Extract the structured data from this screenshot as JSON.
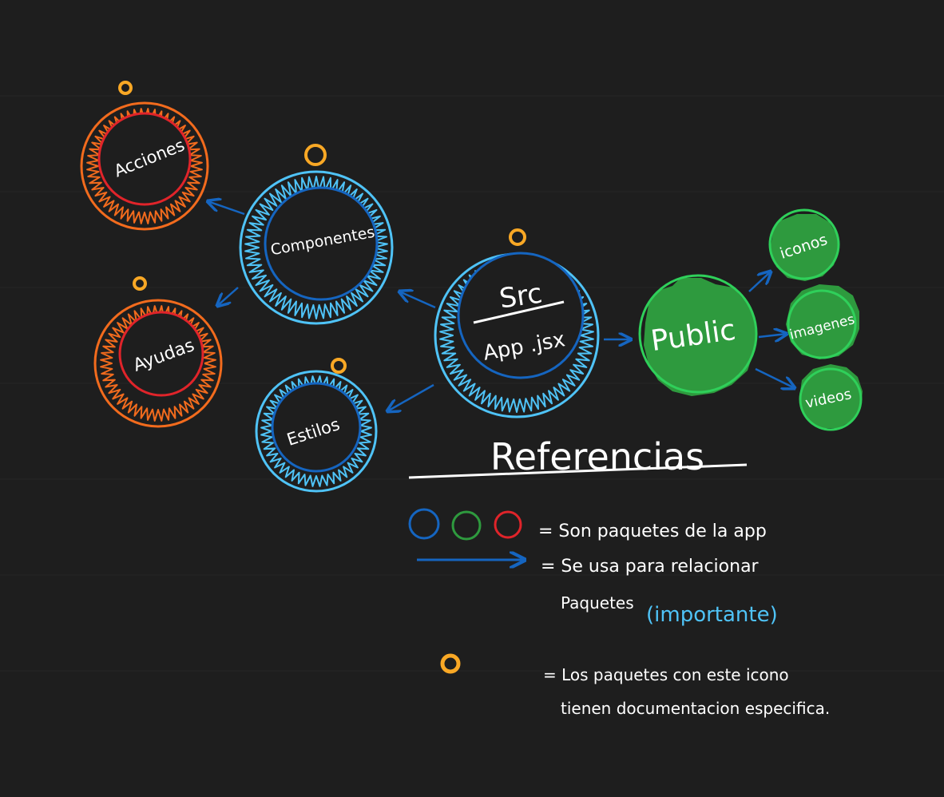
{
  "colors": {
    "background": "#1e1e1e",
    "blue": "#4fc3f7",
    "blue_dark": "#1565c0",
    "orange": "#f26b1d",
    "red": "#e0242a",
    "green": "#2e9a3e",
    "green_ring": "#2fd05a",
    "doc_icon": "#f9a825",
    "arrow": "#1565c0",
    "text": "#ffffff"
  },
  "nodes": {
    "acciones": {
      "label": "Acciones",
      "color": "orange",
      "has_doc_icon": true
    },
    "componentes": {
      "label": "Componentes",
      "color": "blue",
      "has_doc_icon": true
    },
    "ayudas": {
      "label": "Ayudas",
      "color": "orange",
      "has_doc_icon": true
    },
    "estilos": {
      "label": "Estilos",
      "color": "blue",
      "has_doc_icon": true
    },
    "src": {
      "label_top": "Src",
      "label_bottom": "App .jsx",
      "color": "blue",
      "has_doc_icon": true
    },
    "public": {
      "label": "Public",
      "color": "green",
      "has_doc_icon": false
    },
    "iconos": {
      "label": "iconos",
      "color": "green",
      "has_doc_icon": false
    },
    "imagenes": {
      "label": "imagenes",
      "color": "green",
      "has_doc_icon": false
    },
    "videos": {
      "label": "videos",
      "color": "green",
      "has_doc_icon": false
    }
  },
  "edges": [
    {
      "from": "src",
      "to": "componentes"
    },
    {
      "from": "src",
      "to": "estilos"
    },
    {
      "from": "src",
      "to": "public"
    },
    {
      "from": "componentes",
      "to": "acciones"
    },
    {
      "from": "componentes",
      "to": "ayudas"
    },
    {
      "from": "public",
      "to": "iconos"
    },
    {
      "from": "public",
      "to": "imagenes"
    },
    {
      "from": "public",
      "to": "videos"
    }
  ],
  "legend": {
    "title": "Referencias",
    "packages_text": "= Son paquetes de la app",
    "arrow_text_line1": "= Se usa para relacionar",
    "arrow_text_line2": "Paquetes",
    "arrow_text_highlight": "(importante)",
    "doc_text_line1": "= Los paquetes con este icono",
    "doc_text_line2": "tienen documentacion especifica."
  }
}
